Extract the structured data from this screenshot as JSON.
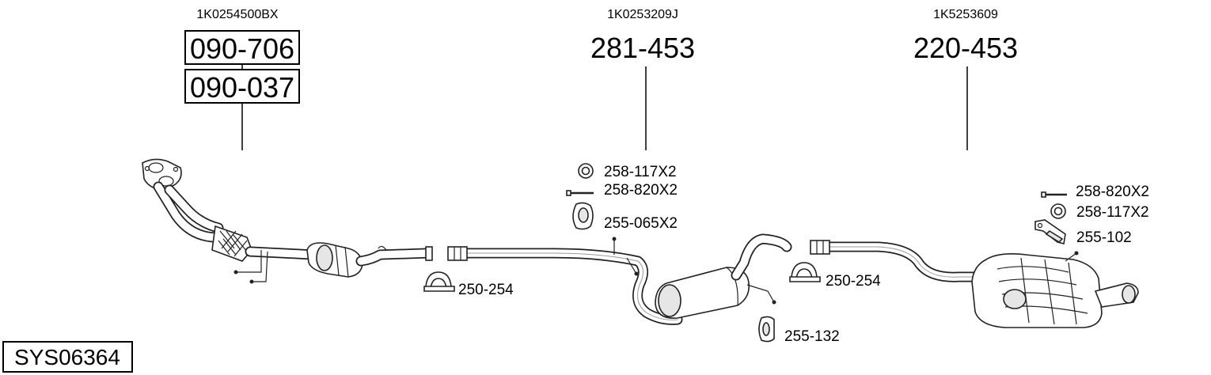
{
  "oe_numbers": {
    "front": "1K0254500BX",
    "middle": "1K0253209J",
    "rear": "1K5253609"
  },
  "main_parts": {
    "front_primary": "090-706",
    "front_secondary": "090-037",
    "middle": "281-453",
    "rear": "220-453"
  },
  "fittings": {
    "gasket_mid": "258-117X2",
    "bolt_mid": "258-820X2",
    "mount_mid": "255-065X2",
    "clamp_front": "250-254",
    "clamp_rear": "250-254",
    "mount_box": "255-132",
    "bolt_rear": "258-820X2",
    "gasket_rear": "258-117X2",
    "bracket_rear": "255-102"
  },
  "system_id": "SYS06364"
}
